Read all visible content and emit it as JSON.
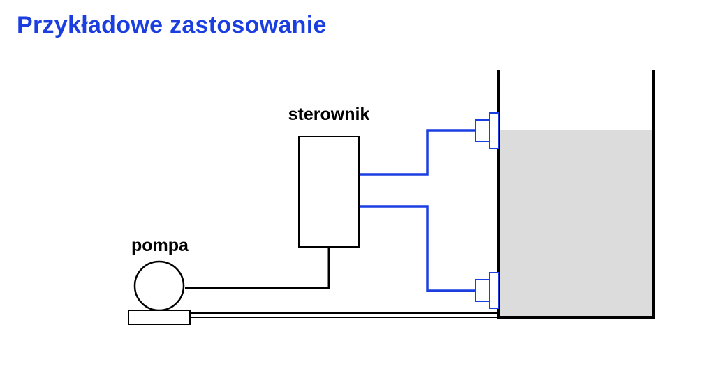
{
  "title": "Przykładowe zastosowanie",
  "labels": {
    "controller": "sterownik",
    "pump": "pompa"
  },
  "colors": {
    "title": "#1a3ee0",
    "signal_wire": "#1a3ee0",
    "water": "#dcdcdc",
    "outline": "#000000"
  }
}
